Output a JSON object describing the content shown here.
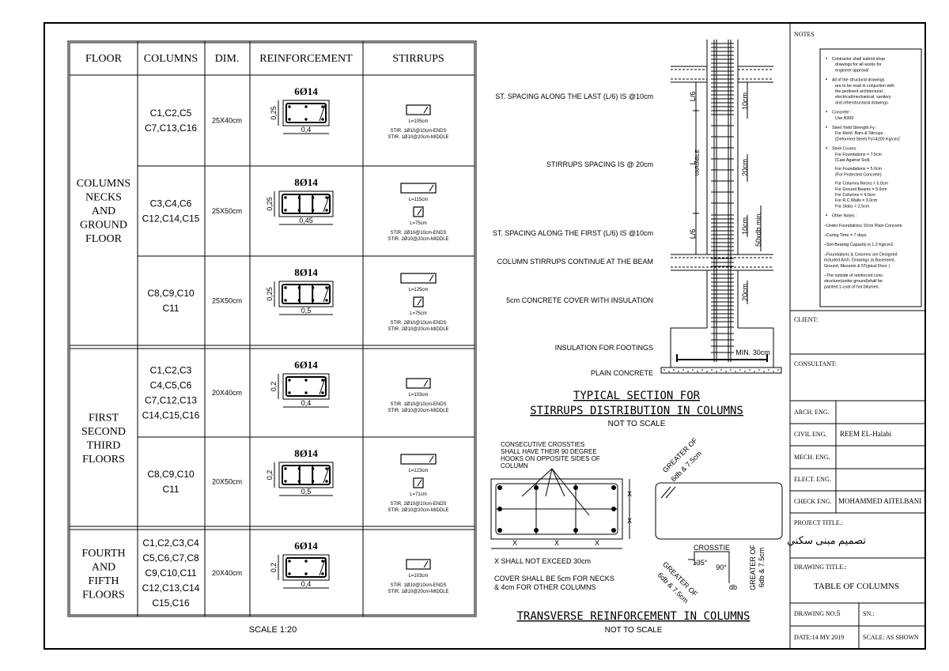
{
  "table": {
    "headers": [
      "FLOOR",
      "COLUMNS",
      "DIM.",
      "REINFORCEMENT",
      "STIRRUPS"
    ],
    "groups": [
      {
        "floor_lines": [
          "COLUMNS",
          "NECKS",
          "AND",
          "GROUND",
          "FLOOR"
        ]
      },
      {
        "floor_lines": [
          "FIRST",
          "SECOND",
          "THIRD",
          "FLOORS"
        ]
      },
      {
        "floor_lines": [
          "FOURTH",
          "AND",
          "FIFTH",
          "FLOORS"
        ]
      }
    ],
    "rows": [
      {
        "columns_lines": [
          "C1,C2,C5",
          "C7,C13,C16"
        ],
        "dim": "25X40cm",
        "bars": "6Ø14",
        "side": "0,25",
        "bottom": "0,4",
        "stirrup_lengths": [
          "L=105cm"
        ],
        "stirrup_notes": [
          "STIR. 1Ø10@10cm-ENDS",
          "STIR. 1Ø10@20cm-MIDDLE"
        ]
      },
      {
        "columns_lines": [
          "C3,C4,C6",
          "C12,C14,C15"
        ],
        "dim": "25X50cm",
        "bars": "8Ø14",
        "side": "0,25",
        "bottom": "0,45",
        "stirrup_lengths": [
          "L=115cm",
          "L=75cm"
        ],
        "stirrup_notes": [
          "STIR. 2Ø10@10cm-ENDS",
          "STIR. 2Ø10@20cm-MIDDLE"
        ]
      },
      {
        "columns_lines": [
          "C8,C9,C10",
          "C11"
        ],
        "dim": "25X50cm",
        "bars": "8Ø14",
        "side": "0,25",
        "bottom": "0,5",
        "stirrup_lengths": [
          "L=125cm",
          "L=75cm"
        ],
        "stirrup_notes": [
          "STIR. 2Ø10@10cm-ENDS",
          "STIR. 2Ø10@20cm-MIDDLE"
        ]
      },
      {
        "columns_lines": [
          "C1,C2,C3",
          "C4,C5,C6",
          "C7,C12,C13",
          "C14,C15,C16"
        ],
        "dim": "20X40cm",
        "bars": "6Ø14",
        "side": "0,2",
        "bottom": "0,4",
        "stirrup_lengths": [
          "L=103cm"
        ],
        "stirrup_notes": [
          "STIR. 1Ø10@10cm-ENDS",
          "STIR. 1Ø10@20cm-MIDDLE"
        ]
      },
      {
        "columns_lines": [
          "C8,C9,C10",
          "C11"
        ],
        "dim": "20X50cm",
        "bars": "8Ø14",
        "side": "0,2",
        "bottom": "0,5",
        "stirrup_lengths": [
          "L=123cm",
          "L=71cm"
        ],
        "stirrup_notes": [
          "STIR. 2Ø10@10cm-ENDS",
          "STIR. 2Ø10@20cm-MIDDLE"
        ]
      },
      {
        "columns_lines": [
          "C1,C2,C3,C4",
          "C5,C6,C7,C8",
          "C9,C10,C11",
          "C12,C13,C14",
          "C15,C16"
        ],
        "dim": "20X40cm",
        "bars": "6Ø14",
        "side": "0,2",
        "bottom": "0,4",
        "stirrup_lengths": [
          "L=103cm"
        ],
        "stirrup_notes": [
          "STIR. 1Ø10@10cm-ENDS",
          "STIR. 1Ø10@20cm-MIDDLE"
        ]
      }
    ],
    "scale": "SCALE    1:20"
  },
  "section": {
    "labels": [
      "ST. SPACING ALONG THE LAST (L/6) IS @10cm",
      "STIRRUPS SPACING IS @ 20cm",
      "ST. SPACING ALONG THE FIRST (L/6) IS @10cm",
      "COLUMN STIRRUPS CONTINUE AT THE BEAM",
      "5cm CONCRETE COVER WITH INSULATION",
      "INSULATION FOR FOOTINGS",
      "PLAIN CONCRETE"
    ],
    "dims": {
      "l6_top": "L/6",
      "l": "L",
      "variable": "VARIABLE",
      "l6_bottom": "L/6",
      "d10_top": "10cm",
      "d20": "20cm",
      "d10_bottom": "10cm",
      "d50": "50xdb min.",
      "d20_low": "20cm",
      "min30": "MIN. 30cm"
    },
    "title1": "TYPICAL SECTION FOR",
    "title2": "STIRRUPS DISTRIBUTION IN COLUMNS",
    "subtitle": "NOT TO SCALE"
  },
  "transverse": {
    "note_lines": [
      "CONSECUTIVE CROSSTIES",
      "SHALL HAVE THEIR 90 DEGREE",
      "HOOKS ON OPPOSITE SIDES OF",
      "COLUMN"
    ],
    "x": "X",
    "x_note": "X SHALL NOT EXCEED 30cm",
    "cover_lines": [
      "COVER SHALL BE 5cm FOR NECKS",
      "& 4cm FOR OTHER COLUMNS"
    ],
    "greater1": [
      "GREATER OF",
      "6db & 7.5cm"
    ],
    "crosstie": "CROSSTIE",
    "a135": "135°",
    "a90": "90°",
    "greater2": [
      "GREATER OF",
      "6db & 7.5cm"
    ],
    "greater3": [
      "GREATER OF",
      "6db & 7.5cm"
    ],
    "db": "db",
    "title": "TRANSVERSE  REINFORCEMENT  IN  COLUMNS",
    "subtitle": "NOT TO SCALE"
  },
  "titleblock": {
    "notes_label": "NOTES",
    "notes": [
      {
        "bullet": true,
        "lines": [
          "Contractor shall submit shop",
          "drawings for all works for",
          "engineer approval"
        ]
      },
      {
        "bullet": true,
        "lines": [
          "All of the structural drawings",
          "are to be read in conjuction with",
          "the pertinent architectural ,",
          "electrical/mechanical, sanitory",
          "and otherstructural drawings."
        ]
      },
      {
        "bullet": true,
        "lines": [
          "Concrete :",
          "Use B300"
        ]
      },
      {
        "bullet": true,
        "lines": [
          "Steel Yield Strength Fy :",
          "For Reinf. Bars & Stirrups :",
          "(Deformed Steel) Fy=4200 Kg/cm2"
        ]
      },
      {
        "bullet": true,
        "lines": [
          "Steel Covers :",
          "For Foundations          = 7.5cm",
          "(Cast Against Soil)",
          "",
          "For Foundations          = 5.0cm",
          "(For Protected Concrete)",
          "",
          "For Columns Necks      = 5.0cm",
          "For Ground Beams       = 5.0cm",
          "For Columns               = 4.0cm",
          "For R.C.Walls             = 3.0cm",
          "For Slabs                   = 2.5cm"
        ]
      },
      {
        "bullet": true,
        "lines": [
          "Other Notes :"
        ]
      },
      {
        "bullet": false,
        "lines": [
          "–Under Foundations 10cm Plain Concrete."
        ]
      },
      {
        "bullet": false,
        "lines": [
          "–Curing Time = 7 days."
        ]
      },
      {
        "bullet": false,
        "lines": [
          "–Soil Bearing Capacity is 1.3 Kg/cm2."
        ]
      },
      {
        "bullet": false,
        "lines": [
          "–Foundations & Columns are Designed",
          "  Included Arch. Drawings (a Basement,",
          "  Ground, Mezanin & 5Typical Floor )"
        ]
      },
      {
        "bullet": false,
        "lines": [
          "–The outside of reinforced conc.",
          "  structure(under ground)shall be",
          "  painted 1-coat of hot bitumen."
        ]
      }
    ],
    "client_label": "CLIENT:",
    "consultant_label": "CONSULTANT:",
    "roles": [
      {
        "label": "ARCH. ENG.",
        "value": ""
      },
      {
        "label": "CIVIL ENG.",
        "value": "REEM EL-Halabi"
      },
      {
        "label": "MECH. ENG.",
        "value": ""
      },
      {
        "label": "ELECT. ENG.",
        "value": ""
      },
      {
        "label": "CHECK ENG.",
        "value": "MOHAMMED AITELBANI"
      }
    ],
    "project_label": "PROJECT TITLE.:",
    "project_value": "تصميم مبنى سكني",
    "drawing_title_label": "DRAWING TITLE.:",
    "drawing_title_value": "TABLE OF COLUMNS",
    "drawing_no_label": "DRAWING NO.:",
    "drawing_no_value": "5",
    "sn_label": "SN.:",
    "date": "DATE:14 MY 2019",
    "scale": "SCALE: AS SHOWN"
  }
}
